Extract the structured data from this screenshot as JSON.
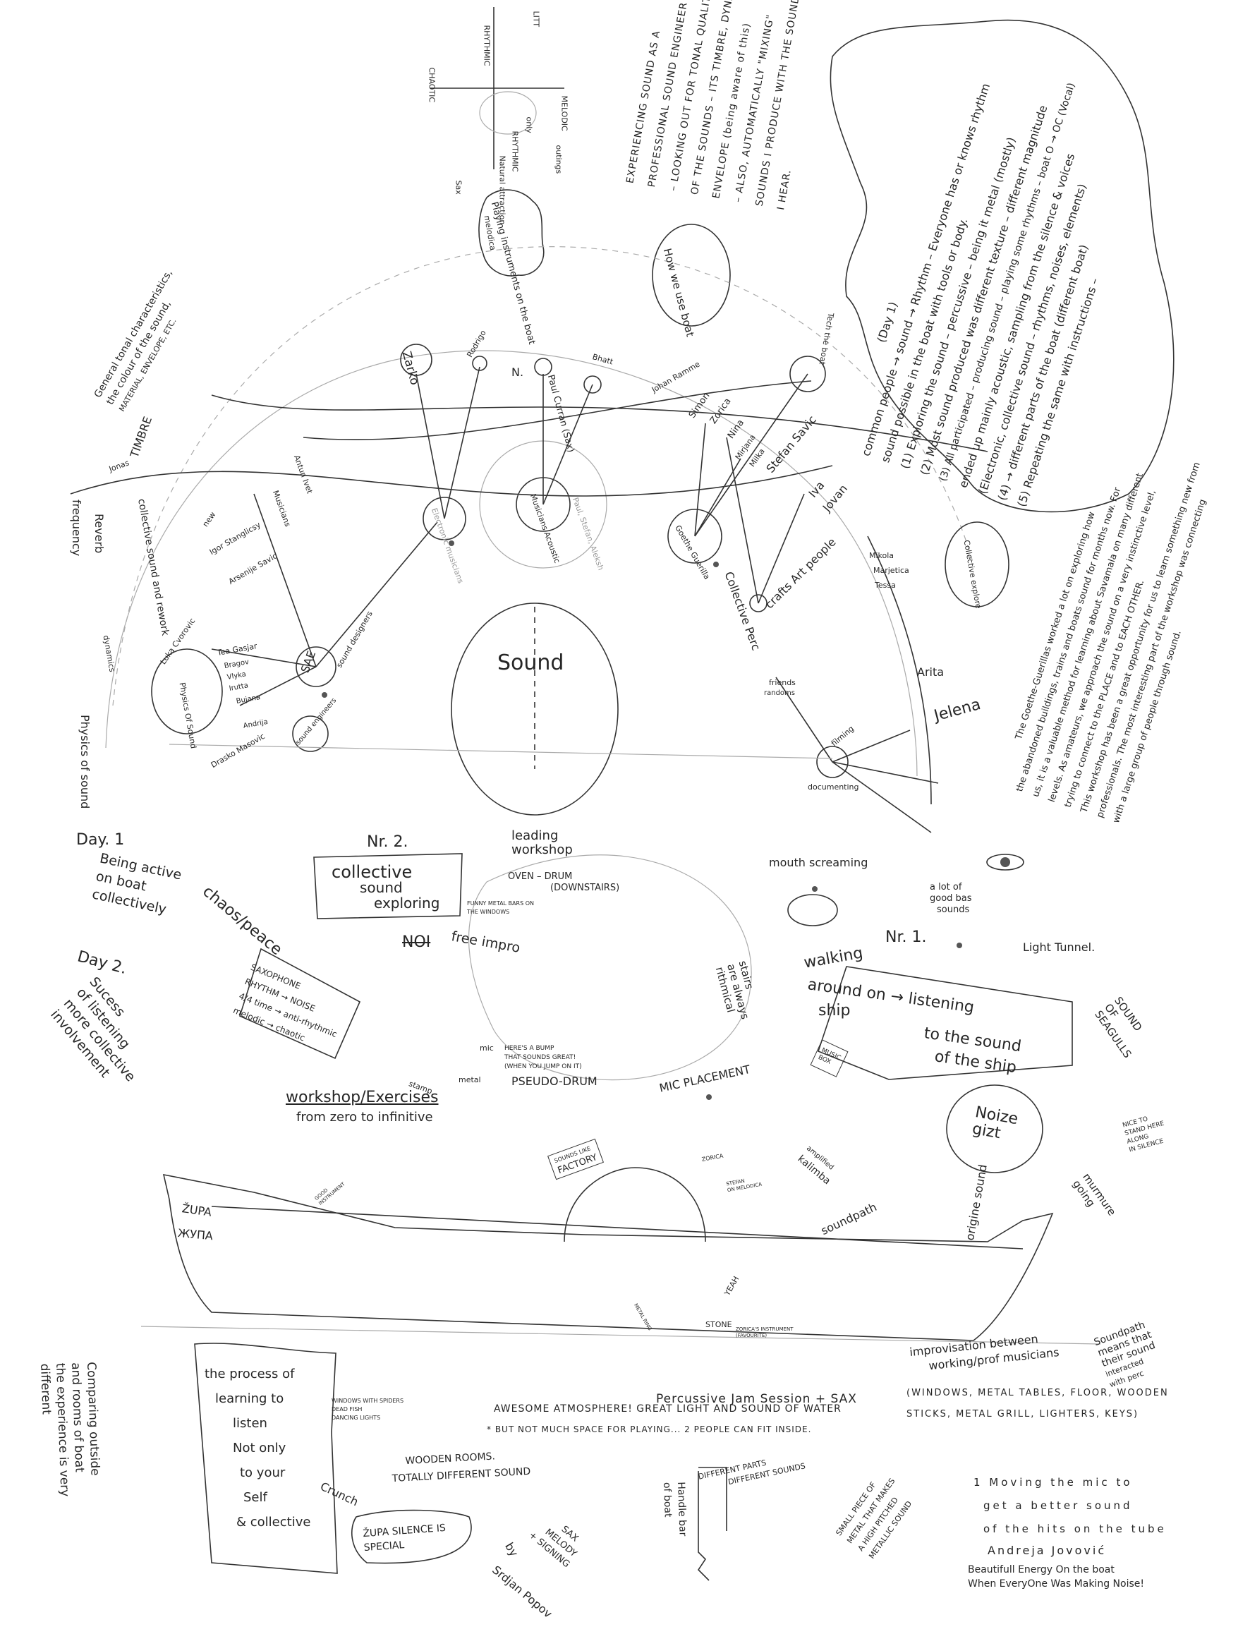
{
  "top_right_note": {
    "lines": [
      "(Day 1)",
      "common people → sound → Rhythm – Everyone has or knows rhythm",
      "sound possible in the boat with tools or body.",
      "(1) Exploring the sound – percussive – being it metal (mostly)",
      "(2) Most sound produced was different texture – different magnitude",
      "(3) All participated – producing sound – playing some rhythms – boat O → OC (Vocal)",
      "ended up mainly acoustic, sampling from the silence & voices",
      "(Electronic, collective sound – rhythms, noises, elements)",
      "(4) → different parts of the boat (different boat)",
      "(5) Repeating the same with instructions –"
    ]
  },
  "engineer_note": {
    "lines": [
      "EXPERIENCING SOUND AS A",
      "PROFESSIONAL SOUND ENGINEER",
      "– LOOKING OUT FOR TONAL QUALITY",
      "OF THE SOUNDS – ITS TIMBRE, DYNAMIC",
      "ENVELOPE (being aware of this)",
      "– ALSO, AUTOMATICALLY \"MIXING\"",
      "SOUNDS I PRODUCE WITH THE SOUNDS",
      "I HEAR."
    ]
  },
  "axis_diagram": {
    "top": "RHYTHMIC",
    "top_right": "LITT",
    "right": "MELODIC",
    "left": "CHAOTIC",
    "bottom": "RHYTHMIC",
    "outings": "outings",
    "only": "only",
    "natural": "Natural attraction",
    "sax": "Sax",
    "melodica": "melodica"
  },
  "clouds": {
    "playing": "Playing instruments on the boat",
    "how_boat": "How we use boat"
  },
  "timbre_note": {
    "lines": [
      "General tonal characteristics,",
      "the colour of the sound,",
      "MATERIAL, ENVELOPE, ETC."
    ],
    "timbre": "TIMBRE",
    "jonas": "Jonas",
    "reverb": "Reverb",
    "frequency": "frequency",
    "collective": "collective sound and rework",
    "new": "new",
    "dynamics": "dynamics",
    "physics": "Physics of sound"
  },
  "network": {
    "sound": "Sound",
    "people": {
      "zarko": "Zarko",
      "rodrigo": "Rodrigo",
      "n": "N.",
      "paul": "Paul Curran (Sax)",
      "bhatt": "Bhatt",
      "johan": "Johan Ramme",
      "simon": "Simon",
      "zorica": "Zorica",
      "nina": "Nina",
      "mirjana": "Mirjana",
      "milka": "Milka",
      "stefan": "Stefan Savic",
      "iva": "Iva",
      "jovan": "Jovan",
      "antun": "Antun Ivet",
      "arsenije": "Arsenije Savic",
      "igor": "Igor Stanglicsy",
      "luka": "Luka Cvorovic",
      "tea": "Tea Gasjar",
      "bragov": "Bragov",
      "vlyka": "Vlyka",
      "irutta": "Irutta",
      "bujana": "Bujana",
      "andrija": "Andrija",
      "drasko": "Drasko Masovic",
      "mikola": "Mikola",
      "marjetica": "Marjetica",
      "tessa": "Tessa",
      "arita": "Arita",
      "jelena": "Jelena"
    },
    "groups": {
      "electronic": "Electronic musicians",
      "acoustic": "Musicians Acoustic",
      "paul_stefan": "Paul, Stefan, Aleksh",
      "goethe": "Goethe Guerilla",
      "collective_perc": "Collective Perc",
      "crafts": "crafts Art people",
      "friends": "friends",
      "randoms": "randoms",
      "filming": "filming",
      "documenting": "documenting",
      "tech": "Tech the boat",
      "sae": "SAE",
      "sound_designers": "sound designers",
      "sound_engineers": "sound engineers",
      "musicians": "Musicians",
      "physics_box": "Physics Of Sound",
      "collective_explore": "Collective explore"
    }
  },
  "goethe_note": {
    "lines": [
      "The Goethe-Guerillas worked a lot on exploring how",
      "the abandoned buildings, trains and boats sound for months now. For",
      "us, it is a valuable method for learning about Savamala on many different",
      "levels. As amateurs, we approach the sound on a very instinctive level,",
      "trying to connect to the PLACE and to EACH OTHER.",
      "This workshop has been a great opportunity for us to learn something new from",
      "professionals. The most interesting part of the workshop was connecting",
      "with a large group of people through sound."
    ]
  },
  "lower": {
    "day1": "Day. 1",
    "day1_text": [
      "Being active",
      "on boat",
      "collectively"
    ],
    "chaos": "chaos/peace",
    "day2": "Day 2.",
    "day2_text": [
      "Sucess",
      "of listening",
      "more collective",
      "involvement"
    ],
    "nr2": "Nr. 2.",
    "collective_box": [
      "collective",
      "sound",
      "exploring"
    ],
    "free_impro": "free impro",
    "noi": "NOI",
    "sax_box": [
      "SAXOPHONE",
      "RHYTHM → NOISE",
      "4/4 time → anti-rhythmic",
      "melodic → chaotic"
    ],
    "stamp": "stamp",
    "metal": "metal",
    "mic": "mic",
    "workshop": "workshop/Exercises",
    "zero": "from zero to infinitive",
    "leading": [
      "leading",
      "workshop"
    ],
    "oven": [
      "OVEN – DRUM",
      "(DOWNSTAIRS)"
    ],
    "bars": [
      "FUNNY METAL BARS ON",
      "THE WINDOWS"
    ],
    "bump": [
      "HERE'S A BUMP",
      "THAT SOUNDS GREAT!",
      "(WHEN YOU JUMP ON IT)"
    ],
    "pseudo": "PSEUDO-DRUM",
    "mic_placement": "MIC PLACEMENT",
    "stairs": [
      "stairs",
      "are always",
      "rithmical"
    ],
    "mouth": "mouth screaming",
    "bas": [
      "a lot of",
      "good bas",
      "sounds"
    ],
    "light": "Light Tunnel.",
    "nr1": "Nr. 1.",
    "walking": [
      "walking",
      "around on → listening",
      "ship",
      "to the sound",
      "of the ship"
    ],
    "seagulls": [
      "SOUND",
      "OF",
      "SEAGULLS"
    ],
    "nice": [
      "NICE TO",
      "STAND HERE",
      "ALONG",
      "IN SILENCE"
    ],
    "noize": [
      "Noize",
      "gizt"
    ],
    "murmur": [
      "murmure",
      "going"
    ],
    "origine": "origine sound",
    "kalimba": [
      "amplified",
      "kalimba",
      "soundpath"
    ],
    "factory": [
      "SOUNDS LIKE",
      "FACTORY"
    ],
    "music_box": [
      "MUSIC",
      "BOX"
    ],
    "zorica": "ZORICA",
    "stefan_melodica": [
      "STEFAN",
      "ON MELODICA"
    ],
    "good_instrument": [
      "GOOD",
      "INSTRUMENT"
    ],
    "zupa_latin": "ŽUPA",
    "zupa_cyr": "ЖУПА",
    "windows": [
      "WINDOWS WITH SPIDERS",
      "DEAD FISH",
      "DANCING LIGHTS"
    ],
    "wooden": [
      "WOODEN ROOMS.",
      "TOTALLY DIFFERENT SOUND"
    ],
    "comparing": [
      "Comparing outside",
      "and rooms of boat",
      "the experience is very",
      "different"
    ],
    "process": [
      "the process of",
      "learning to",
      "listen",
      "Not only",
      "to your",
      "Self",
      "& collective"
    ],
    "crunch": "Crunch",
    "silence": [
      "ŽUPA SILENCE IS",
      "SPECIAL"
    ],
    "awesome": "AWESOME ATMOSPHERE! GREAT LIGHT AND SOUND OF WATER",
    "not_much": "* BUT NOT MUCH SPACE FOR PLAYING... 2 PEOPLE CAN FIT INSIDE.",
    "sax_melody": [
      "SAX",
      "MELODY",
      "+ SIGNING",
      "by",
      "Srdjan Popov"
    ],
    "metal_ring": "METAL RING",
    "stone": "STONE",
    "yeah": "YEAH",
    "zoricas": [
      "ZORICA'S INSTRUMENT",
      "(FAVOURITE)"
    ],
    "percussive": "Percussive Jam Session + SAX",
    "improvisation": [
      "improvisation between",
      "working/prof musicians"
    ],
    "soundpath": [
      "Soundpath",
      "means that",
      "their sound",
      "interacted",
      "with perc"
    ],
    "materials": [
      "(WINDOWS, METAL TABLES, FLOOR, WOODEN",
      "STICKS, METAL GRILL, LIGHTERS, KEYS)"
    ],
    "different": [
      "DIFFERENT PARTS",
      "DIFFERENT SOUNDS"
    ],
    "handle": [
      "Handle bar",
      "of boat"
    ],
    "small_piece": [
      "SMALL PIECE OF",
      "METAL THAT MAKES",
      "A HIGH PITCHED",
      "METALLIC SOUND"
    ],
    "moving": [
      "1 Moving the mic to",
      "get a better sound",
      "of the hits on the tube"
    ],
    "andreja": "Andreja Jovović",
    "energy": [
      "Beautifull Energy On the boat",
      "When EveryOne Was Making Noise!"
    ]
  }
}
